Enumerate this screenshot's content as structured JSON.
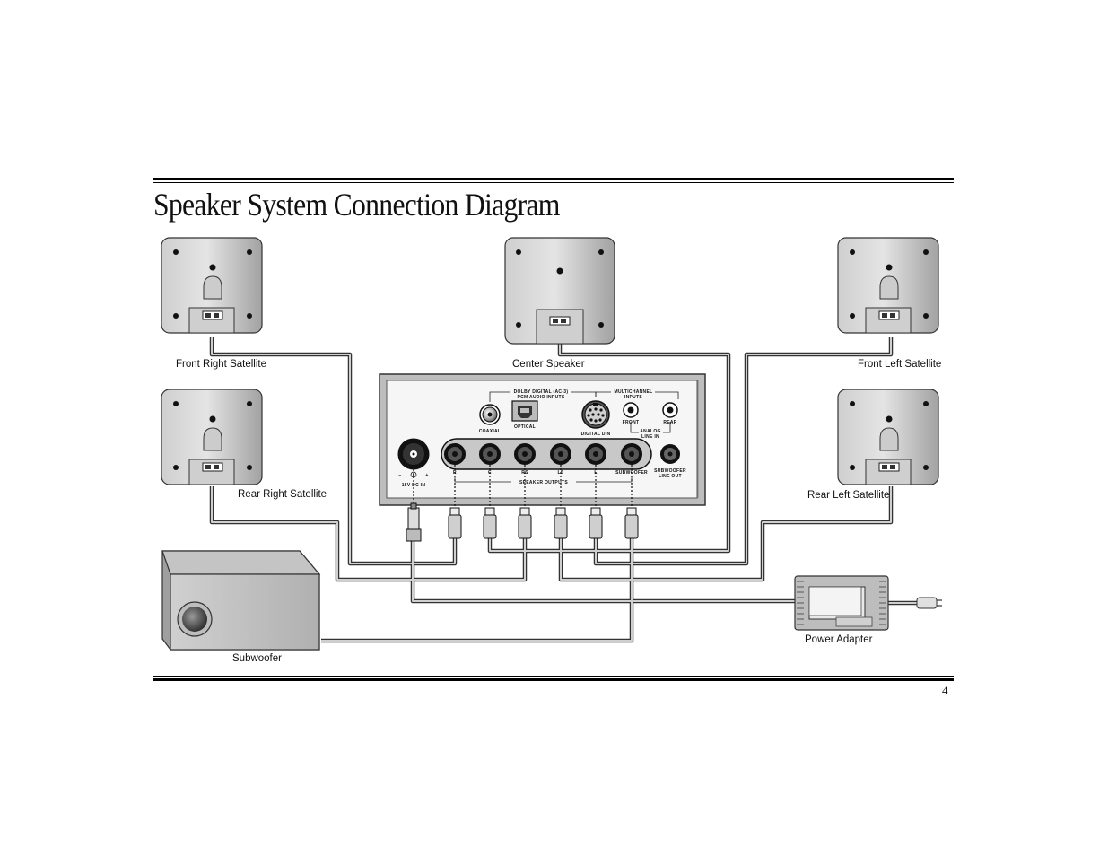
{
  "title": "Speaker System Connection Diagram",
  "page_number": "4",
  "speakers": {
    "front_right": "Front Right Satellite",
    "center": "Center Speaker",
    "front_left": "Front Left Satellite",
    "rear_right": "Rear Right Satellite",
    "rear_left": "Rear Left Satellite",
    "subwoofer": "Subwoofer",
    "power_adapter": "Power Adapter"
  },
  "panel": {
    "dolby_digital": "DOLBY DIGITAL (AC-3)",
    "pcm_inputs": "PCM AUDIO INPUTS",
    "multichannel": "MULTICHANNEL",
    "inputs": "INPUTS",
    "coaxial": "COAXIAL",
    "optical": "OPTICAL",
    "digital_din": "DIGITAL DIN",
    "front": "FRONT",
    "rear": "REAR",
    "analog": "ANALOG",
    "line_in": "LINE IN",
    "power_in": "15V DC IN",
    "minus": "−",
    "plus": "+",
    "out_r": "R",
    "out_c": "C",
    "out_rs": "RS",
    "out_ls": "LS",
    "out_l": "L",
    "out_sub": "SUBWOOFER",
    "sub_line_out_1": "SUBWOOFER",
    "sub_line_out_2": "LINE OUT",
    "speaker_outputs": "SPEAKER OUTPUTS"
  }
}
